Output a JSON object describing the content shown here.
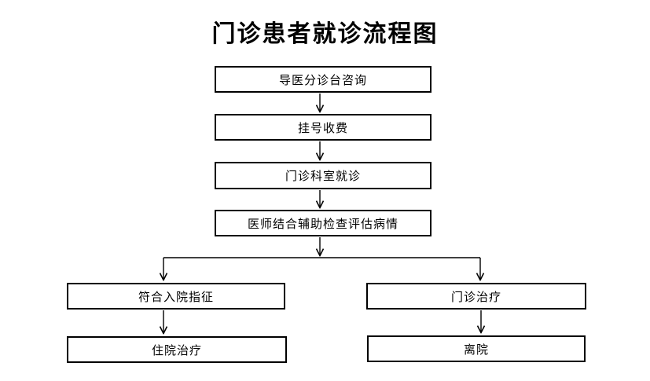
{
  "page": {
    "title": "门诊患者就诊流程图",
    "background_color": "#ffffff",
    "line_color": "#000000"
  },
  "flowchart": {
    "nodes": [
      {
        "id": "triage-desk-consult",
        "label": "导医分诊台咨询"
      },
      {
        "id": "registration-fee",
        "label": "挂号收费"
      },
      {
        "id": "outpatient-dept-visit",
        "label": "门诊科室就诊"
      },
      {
        "id": "doctor-assessment",
        "label": "医师结合辅助检查评估病情"
      },
      {
        "id": "admission-indication",
        "label": "符合入院指征"
      },
      {
        "id": "outpatient-treatment",
        "label": "门诊治疗"
      },
      {
        "id": "inpatient-treatment",
        "label": "住院治疗"
      },
      {
        "id": "discharge",
        "label": "离院"
      }
    ],
    "edges": [
      {
        "from": "triage-desk-consult",
        "to": "registration-fee"
      },
      {
        "from": "registration-fee",
        "to": "outpatient-dept-visit"
      },
      {
        "from": "outpatient-dept-visit",
        "to": "doctor-assessment"
      },
      {
        "from": "doctor-assessment",
        "to": "admission-indication"
      },
      {
        "from": "doctor-assessment",
        "to": "outpatient-treatment"
      },
      {
        "from": "admission-indication",
        "to": "inpatient-treatment"
      },
      {
        "from": "outpatient-treatment",
        "to": "discharge"
      }
    ]
  }
}
